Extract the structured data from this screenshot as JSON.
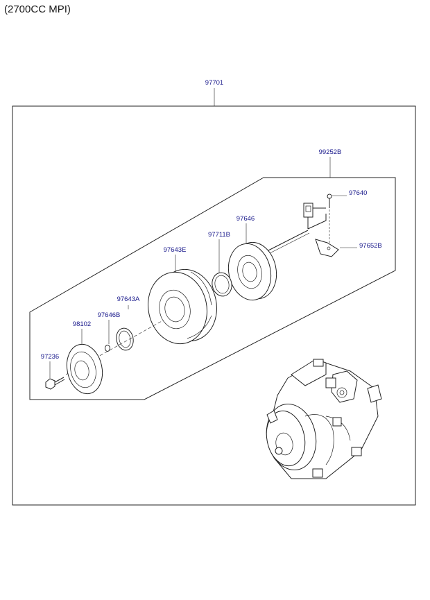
{
  "heading": "(2700CC MPI)",
  "parts": {
    "assembly": "97701",
    "sensor_assy": "99252B",
    "screw": "97640",
    "bracket": "97652B",
    "field_coil": "97646",
    "snap_ring_coil": "97711B",
    "pulley": "97643E",
    "snap_ring_pulley": "97643A",
    "shim": "97646B",
    "clutch_disc": "98102",
    "bolt": "97236"
  }
}
